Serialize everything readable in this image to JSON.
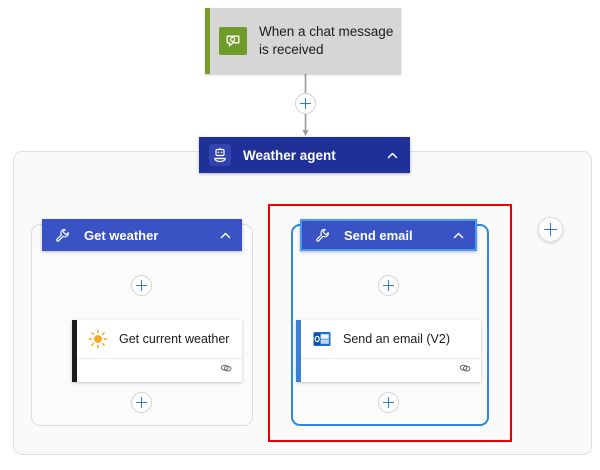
{
  "canvas": {
    "background": "#ffffff",
    "surface": "#fafafa"
  },
  "colors": {
    "trigger_accent": "#7a9a2b",
    "trigger_body": "#d6d6d6",
    "agent_header": "#1f3099",
    "tool_header": "#3a53c4",
    "selection_blue": "#2b88e0",
    "annotation_red": "#ee0000",
    "plus_blue": "#2b7cd3",
    "weather_accent": "#1b1b1b",
    "email_accent": "#3a7fd5"
  },
  "trigger": {
    "name": "when-a-chat-message-is-received",
    "label_line1": "When a chat message",
    "label_line2": "is received",
    "icon": "teams-chat-icon"
  },
  "agent": {
    "label": "Weather agent",
    "icon": "robot-agent-icon",
    "collapse_icon": "chevron-up-icon"
  },
  "branches": [
    {
      "id": "get-weather",
      "header_label": "Get weather",
      "header_icon": "wrench-tool-icon",
      "collapse_icon": "chevron-up-icon",
      "selected": false,
      "action": {
        "title": "Get current weather",
        "icon": "sun-weather-icon",
        "footer_icon": "connection-link-icon"
      }
    },
    {
      "id": "send-email",
      "header_label": "Send email",
      "header_icon": "wrench-tool-icon",
      "collapse_icon": "chevron-up-icon",
      "selected": true,
      "action": {
        "title": "Send an email (V2)",
        "icon": "outlook-email-icon",
        "footer_icon": "connection-link-icon"
      }
    }
  ],
  "add_buttons": [
    {
      "id": "add-after-trigger",
      "label": "+"
    },
    {
      "id": "add-in-get-weather-top",
      "label": "+"
    },
    {
      "id": "add-in-get-weather-bottom",
      "label": "+"
    },
    {
      "id": "add-in-send-email-top",
      "label": "+"
    },
    {
      "id": "add-in-send-email-bottom",
      "label": "+"
    },
    {
      "id": "add-branch-right",
      "label": "+"
    }
  ],
  "annotation": {
    "type": "red-highlight-rectangle",
    "targets": "send-email"
  }
}
